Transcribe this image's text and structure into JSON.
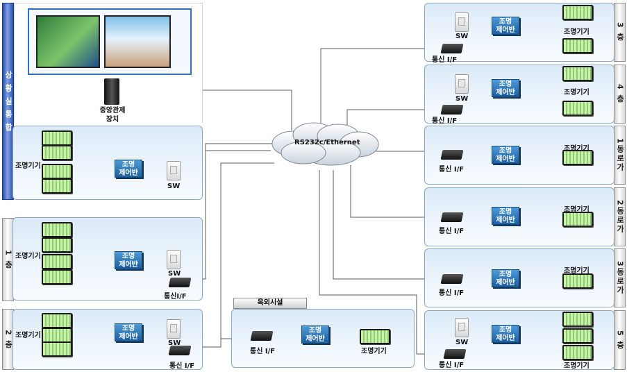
{
  "network": {
    "label": "RS232c/Ethernet"
  },
  "central": {
    "label": "중앙관제\n장치"
  },
  "situation_room": {
    "tab": "상 황 실 통 합"
  },
  "floors": {
    "f1": "1 층",
    "f2": "2 층",
    "f3": "3 층",
    "f4": "4 층",
    "f5": "5 층",
    "s1": "1동로가",
    "s2": "2동로가",
    "s3": "3동로가"
  },
  "outdoor": {
    "title": "옥외시설"
  },
  "labels": {
    "lamp": "조명기기",
    "controller_line1": "조명",
    "controller_line2": "제어반",
    "switch": "SW",
    "iface_spaced": "통신 I/F",
    "iface_compact": "통신I/F"
  },
  "colors": {
    "panel_bg": "#dbeaf8",
    "controller": "#2a74b8",
    "line": "#555555",
    "tab_blue": "#2a4fa8"
  }
}
